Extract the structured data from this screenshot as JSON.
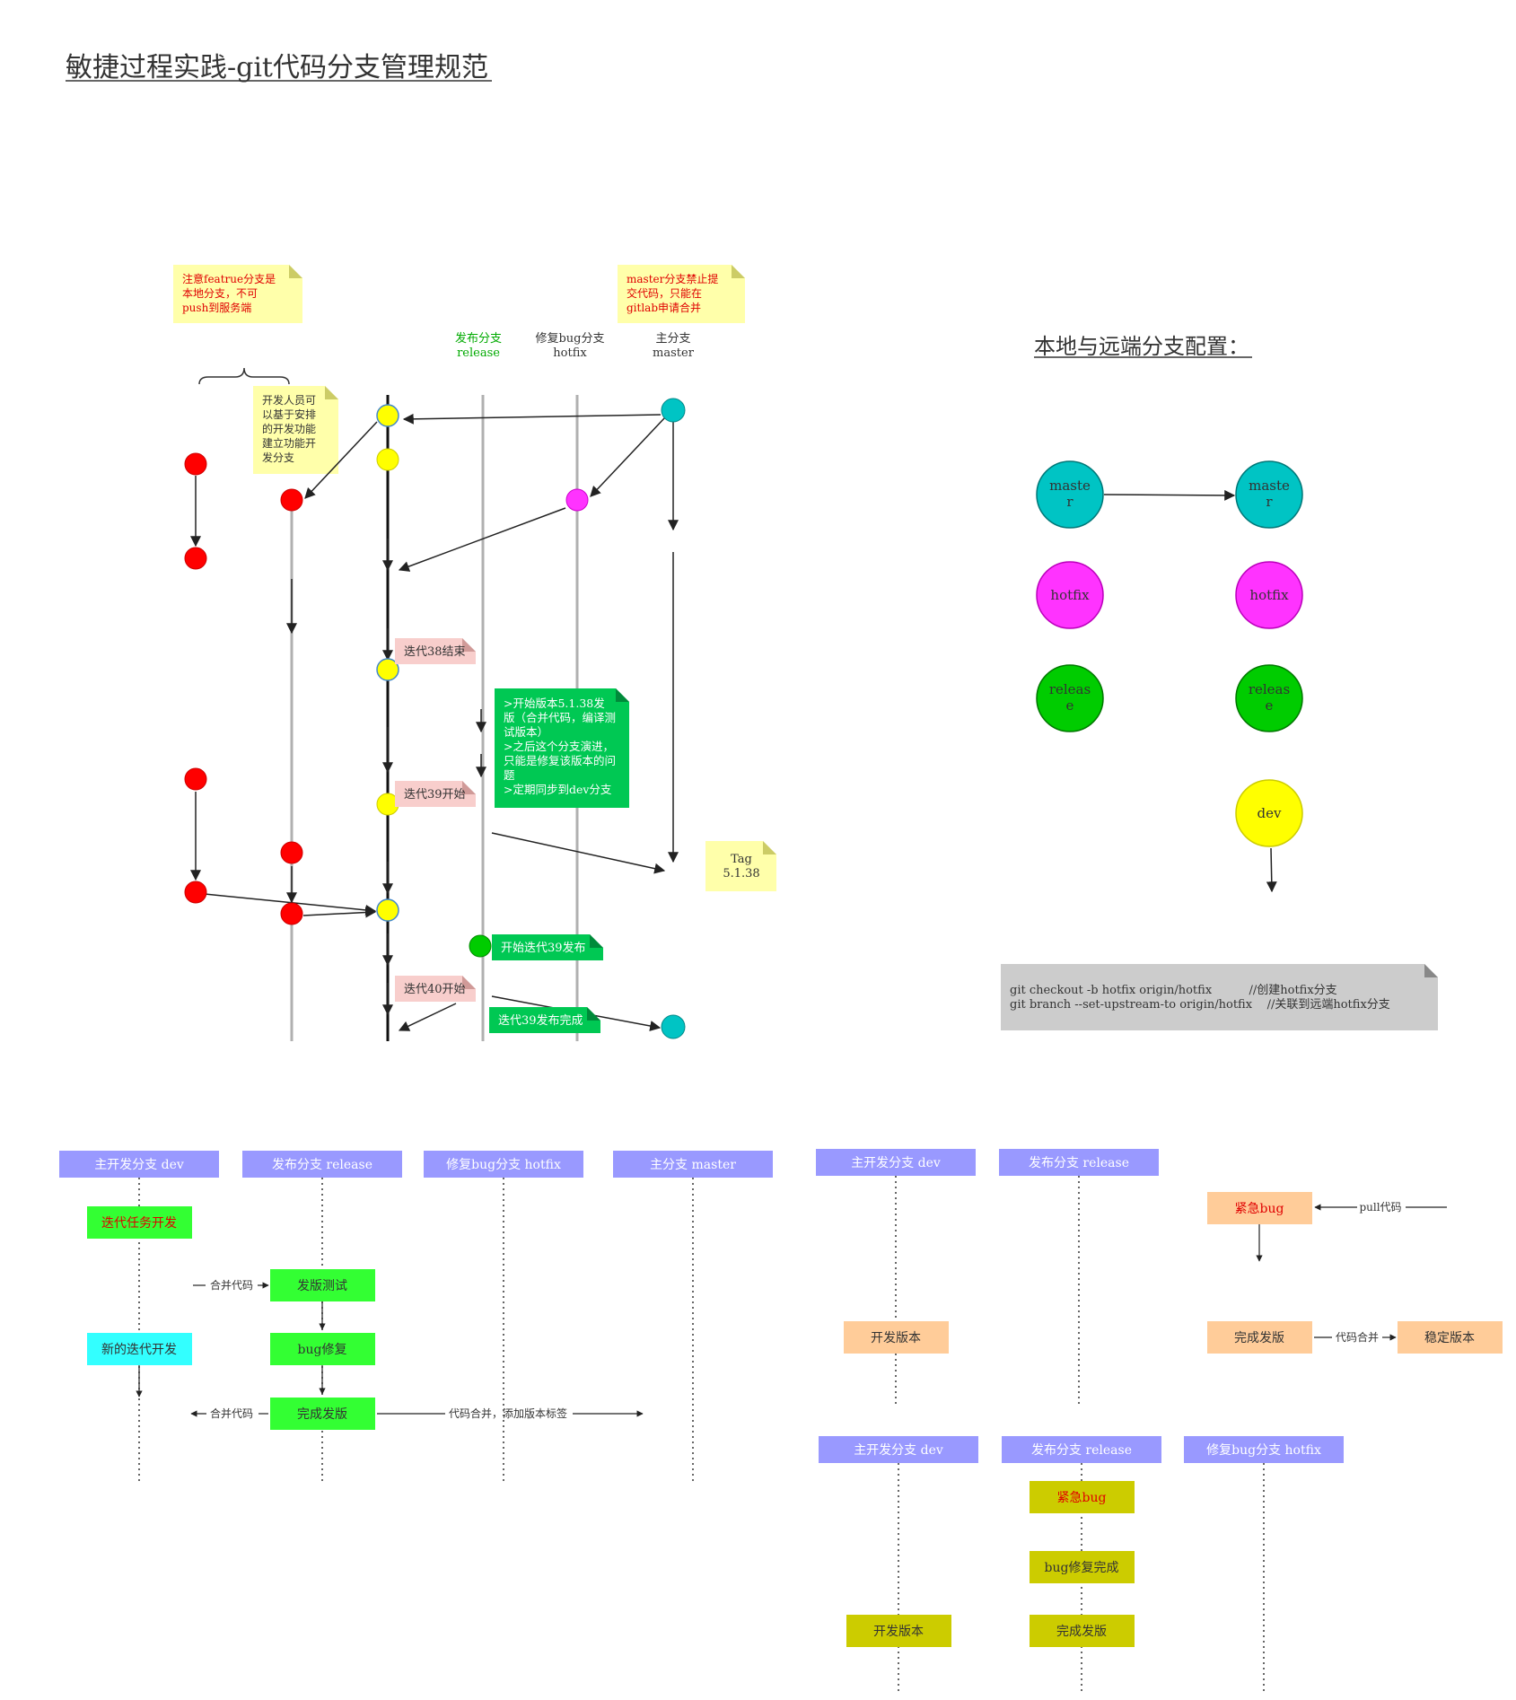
{
  "title": "敏捷过程实践-git代码分支管理规范",
  "config_title": "本地与远端分支配置：",
  "colors": {
    "red_node": "#ff0000",
    "yellow_node": "#ffff00",
    "magenta_node": "#ff33ff",
    "cyan_node": "#00c4c4",
    "green_node": "#00cc00",
    "note_yellow": "#ffffaa",
    "note_pink": "#f8cecc",
    "note_green": "#00c853",
    "lane_header": "#9999ff",
    "step_green": "#33ff33",
    "step_cyan": "#33ffff",
    "step_orange": "#ffcc99",
    "step_olive": "#cccc00"
  },
  "main_diagram": {
    "branch_labels": [
      {
        "id": "release",
        "line1": "发布分支",
        "line2": "release",
        "color": "#00aa00"
      },
      {
        "id": "hotfix",
        "line1": "修复bug分支",
        "line2": "hotfix",
        "color": "#333333"
      },
      {
        "id": "master",
        "line1": "主分支",
        "line2": "master",
        "color": "#333333"
      }
    ],
    "notes": {
      "feature_push": "注意featrue分支是\n本地分支，不可\npush到服务端",
      "master_rule": "master分支禁止提\n交代码，只能在\ngitlab申请合并",
      "feature_create": "开发人员可\n以基于安排\n的开发功能\n建立功能开\n发分支",
      "iter38_end": "迭代38结束",
      "iter39_start": "迭代39开始",
      "iter40_start": "迭代40开始",
      "release_note": ">开始版本5.1.38发\n版（合并代码，编译测\n试版本）\n>之后这个分支演进，\n只能是修复该版本的问\n题\n>定期同步到dev分支",
      "tag": "Tag\n5.1.38",
      "iter39_release_start": "开始迭代39发布",
      "iter39_release_done": "迭代39发布完成"
    }
  },
  "config_diagram": {
    "local": [
      "maste\nr",
      "hotfix",
      "releas\ne"
    ],
    "remote": [
      "maste\nr",
      "hotfix",
      "releas\ne",
      "dev"
    ],
    "commands": "git checkout -b hotfix origin/hotfix          //创建hotfix分支\ngit branch --set-upstream-to origin/hotfix    //关联到远端hotfix分支"
  },
  "swimlane1": {
    "lanes": [
      "主开发分支 dev",
      "发布分支 release",
      "修复bug分支 hotfix",
      "主分支 master"
    ],
    "steps": {
      "iter_dev": "迭代任务开发",
      "release_test": "发版测试",
      "bugfix": "bug修复",
      "new_iter": "新的迭代开发",
      "release_done": "完成发版"
    },
    "arrows": {
      "merge_code_in": "合并代码",
      "merge_code_back": "合并代码",
      "merge_tag": "代码合并，添加版本标签"
    }
  },
  "swimlane2": {
    "lanes": [
      "主开发分支 dev",
      "发布分支 release"
    ],
    "steps": {
      "dev_version": "开发版本",
      "urgent_bug": "紧急bug",
      "release_done": "完成发版",
      "stable": "稳定版本"
    },
    "arrows": {
      "pull": "pull代码",
      "merge": "代码合并"
    }
  },
  "swimlane3": {
    "lanes": [
      "主开发分支 dev",
      "发布分支 release",
      "修复bug分支 hotfix"
    ],
    "steps": {
      "urgent_bug": "紧急bug",
      "bug_fixed": "bug修复完成",
      "dev_version": "开发版本",
      "release_done": "完成发版"
    }
  }
}
